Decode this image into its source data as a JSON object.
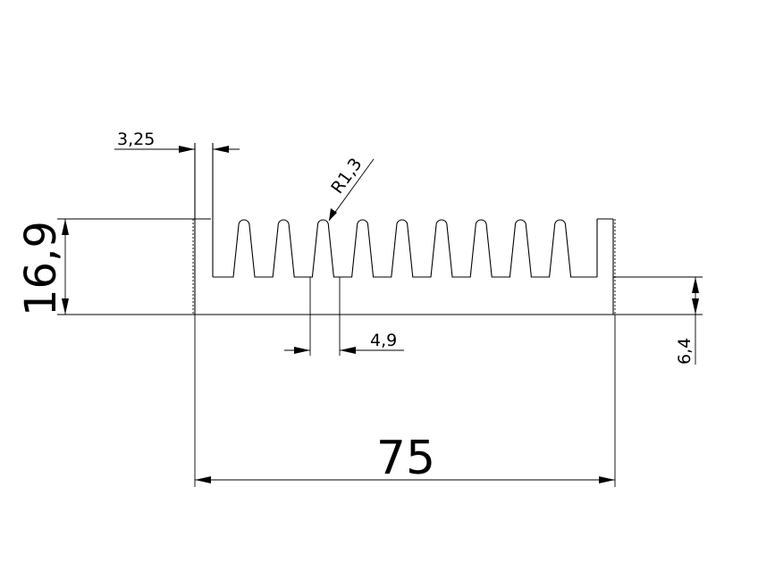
{
  "drawing": {
    "dimensions": {
      "wall_thickness": "3,25",
      "fin_radius": "R1,3",
      "height": "16,9",
      "fin_pitch": "4,9",
      "base_thickness": "6,4",
      "width": "75"
    },
    "fin_count": 9
  }
}
